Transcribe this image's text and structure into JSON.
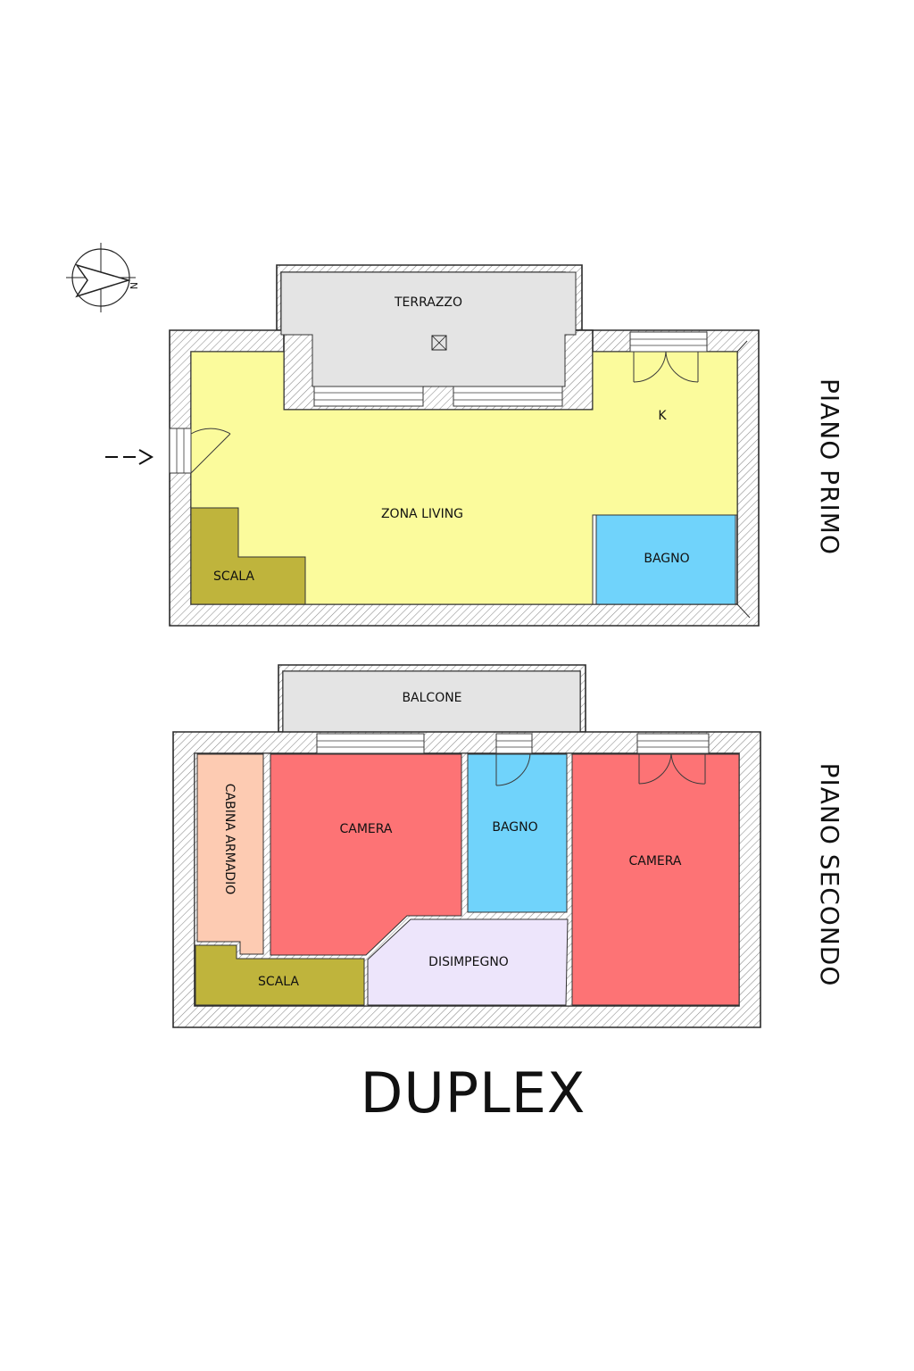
{
  "colors": {
    "living": "#fbfb9c",
    "stairs": "#bfb43c",
    "bathroom": "#70d3fb",
    "bedroom": "#fd7375",
    "closet": "#fdcbb2",
    "hallway": "#ede5fb",
    "outdoor": "#e4e4e4",
    "wall_hatch": "#8a8a8a"
  },
  "compass": {
    "north_letter": "N"
  },
  "floor_one": {
    "label": "PIANO PRIMO",
    "rooms": {
      "terrace": "TERRAZZO",
      "kitchen": "K",
      "living": "ZONA LIVING",
      "stairs": "SCALA",
      "bathroom": "BAGNO"
    }
  },
  "floor_two": {
    "label": "PIANO SECONDO",
    "rooms": {
      "balcony": "BALCONE",
      "closet": "CABINA ARMADIO",
      "bedroom_left": "CAMERA",
      "bathroom": "BAGNO",
      "bedroom_right": "CAMERA",
      "hallway": "DISIMPEGNO",
      "stairs": "SCALA"
    }
  },
  "title": "DUPLEX"
}
